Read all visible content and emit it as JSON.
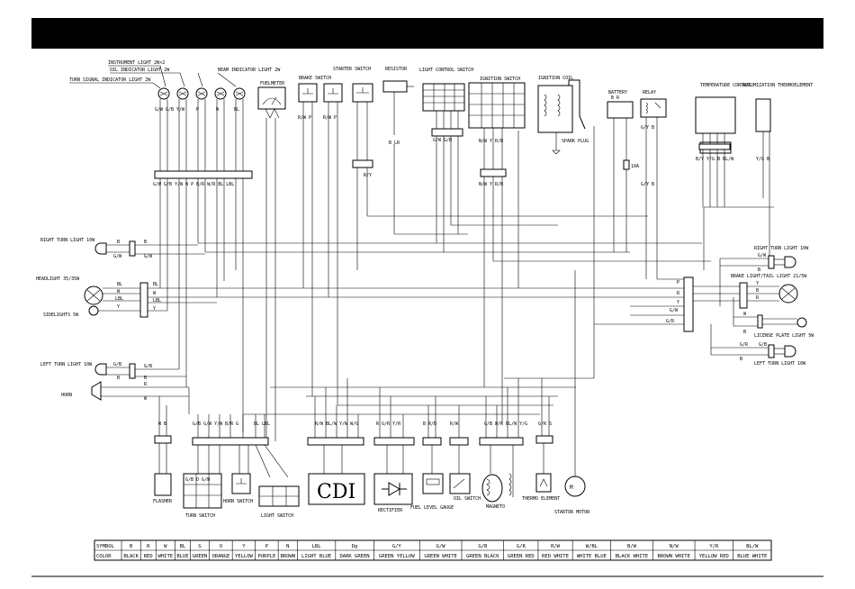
{
  "components": {
    "instrument_light": "INSTRUMENT LIGHT 2W×2",
    "oil_indicator": "OIL INDICATOR LIGHT 2W",
    "turn_signal_indicator": "TURN SIGNAL INDICATOR LIGHT 2W",
    "beam_indicator": "BEAM INDICATOR LIGHT 2W",
    "fuelmeter": "FUELMETER",
    "brake_switch": "BRAKE SWITCH",
    "starter_switch": "STARTER SWITCH",
    "resistor": "RESISTOR",
    "light_control_switch": "LIGHT CONTROL SWITCH",
    "ignition_switch": "IGNITION SWITCH",
    "ignition_coil": "IGNITION COIL",
    "spark_plug": "SPARK PLUG",
    "battery": "BATTERY",
    "relay": "RELAY",
    "temperature_control": "TEMPERATURE CONTRAL",
    "automization": "ACTUMIZATION THERMOELEMENT",
    "right_turn_left": "RIGHT TURN LIGHT 10W",
    "headlight": "HEADLIGHT 35/35W",
    "sidelights": "SIDELIGHTS 5W",
    "left_turn_left": "LEFT TURN LIGHT 10W",
    "horn": "HORN",
    "right_turn_right": "RIGHT TURN LIGHT 10W",
    "brake_tail": "BRAKE LIGHT/TAIL LIGHT 21/5W",
    "license_plate": "LICENSE PLATE LIGHT 5W",
    "left_turn_right": "LEFT TURN LIGHT 10W",
    "flasher": "FLASHER",
    "turn_switch": "TURN SWITCH",
    "horn_switch": "HORN SWITCH",
    "light_switch": "LIGHT SWITCH",
    "cdi": "CDI",
    "rectifier": "RECTIFIER",
    "fuel_level_gauge": "FUEL LEVEL GAUGE",
    "oil_switch": "OIL SWITCH",
    "magneto": "MAGNETO",
    "thermo_element": "THERMO ELEMENT",
    "starter_motor": "STARTOR MOTOR",
    "fuse": "10A"
  },
  "wire_labels": {
    "rtl_b": "B",
    "rtl_gw": "G/W",
    "hl_bl": "BL",
    "hl_w": "W",
    "hl_lbl": "LBL",
    "hl_y": "Y",
    "ltl_gb": "G/B",
    "ltl_b": "B",
    "ltl_r": "R",
    "ltl_w": "W",
    "rr_gw": "G/W",
    "rr_b": "B",
    "rr_y": "Y",
    "rr_b2": "B",
    "rr_w": "W",
    "rr_gr": "G/R",
    "rr_b3": "B",
    "rr_gb": "G/B",
    "main_p": "P",
    "main_r": "R",
    "main_y": "Y",
    "main_gw": "G/W",
    "main_gr": "G/R",
    "top_conn": "G/W G/B Y/W W P B/R W/R BL LBL",
    "cdi_wires": "R/W BL/W Y/W W/G",
    "rect_wires": "R G/R Y/R",
    "ign_wires": "N/W Y R/B",
    "mag_wires": "G/B W/R BL/W Y/G",
    "bat_wires": "B R",
    "relay_wires": "G/Y B",
    "temp_wires": "B/Y Y/G B BL/W"
  },
  "legend": {
    "symbol_header": "SYMBOL",
    "color_header": "COLOR",
    "symbols": [
      "B",
      "R",
      "W",
      "BL",
      "G",
      "O",
      "Y",
      "P",
      "N",
      "LBL",
      "Dg",
      "G/Y",
      "G/W",
      "G/B",
      "G/R",
      "R/W",
      "W/BL",
      "B/W",
      "N/W",
      "Y/R",
      "BL/W"
    ],
    "colors": [
      "BLACK",
      "RED",
      "WHITE",
      "BLUE",
      "GREEN",
      "ORANGE",
      "YELLOW",
      "PURPLE",
      "BROWN",
      "LIGHT BLUE",
      "DARK GREEN",
      "GREEN YELLOW",
      "GREEN WHITE",
      "GREEN BLACK",
      "GREEN RED",
      "RED WHITE",
      "WHITE BLUE",
      "BLACK WHITE",
      "BROWN WHITE",
      "YELLOW RED",
      "BLUE WHITE"
    ]
  }
}
